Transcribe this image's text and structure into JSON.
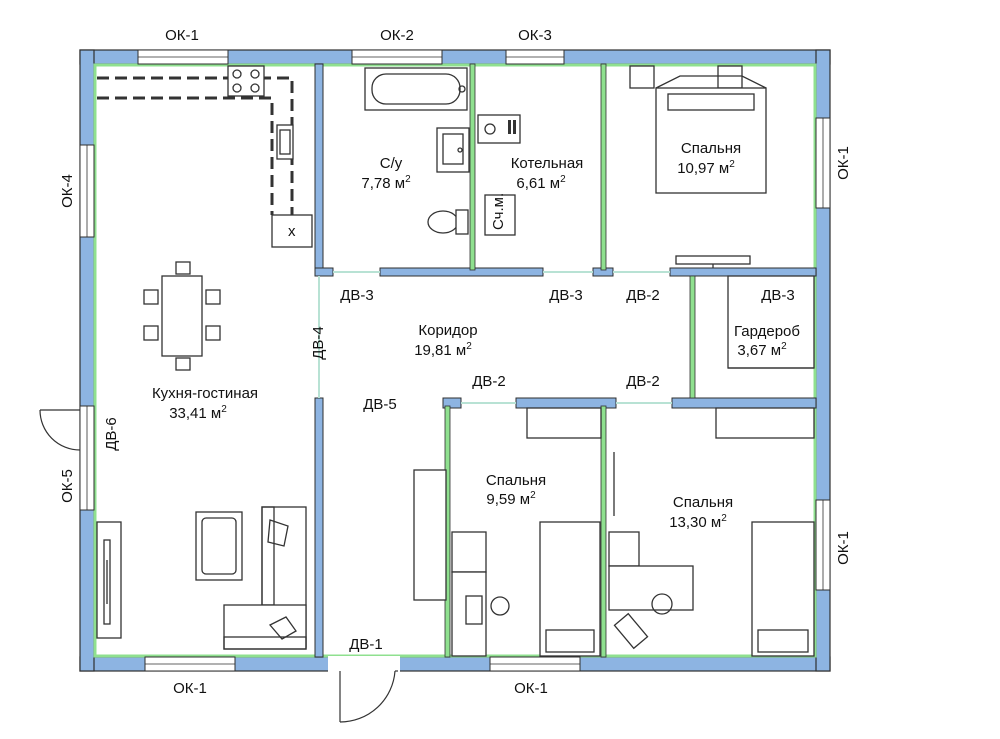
{
  "colors": {
    "outer_wall": "#8db4e2",
    "inner_wall": "#8db4e2",
    "wall_edge": "#2f2f2f",
    "partition": "#8fe08f",
    "window_fill": "#ffffff",
    "door_opening": "#dff2ec"
  },
  "rooms": [
    {
      "id": "kitchen",
      "name": "Кухня-гостиная",
      "area": "33,41 м",
      "sup": "2"
    },
    {
      "id": "bathroom",
      "name": "С/у",
      "area": "7,78 м",
      "sup": "2"
    },
    {
      "id": "boiler",
      "name": "Котельная",
      "area": "6,61 м",
      "sup": "2"
    },
    {
      "id": "bedroom1",
      "name": "Спальня",
      "area": "10,97 м",
      "sup": "2"
    },
    {
      "id": "corridor",
      "name": "Коридор",
      "area": "19,81 м",
      "sup": "2"
    },
    {
      "id": "wardrobe",
      "name": "Гардероб",
      "area": "3,67 м",
      "sup": "2"
    },
    {
      "id": "bedroom2",
      "name": "Спальня",
      "area": "9,59 м",
      "sup": "2"
    },
    {
      "id": "bedroom3",
      "name": "Спальня",
      "area": "13,30 м",
      "sup": "2"
    }
  ],
  "windows": {
    "ok1_top": "ОК-1",
    "ok2_top": "ОК-2",
    "ok3_top": "ОК-3",
    "ok4_left": "ОК-4",
    "ok5_left": "ОК-5",
    "ok1_right_top": "ОК-1",
    "ok1_right_bottom": "ОК-1",
    "ok1_bottom_left": "ОК-1",
    "ok1_bottom_right": "ОК-1"
  },
  "doors": {
    "dv3_bath": "ДВ-3",
    "dv3_boiler": "ДВ-3",
    "dv2_bed1": "ДВ-2",
    "dv3_wardrobe": "ДВ-3",
    "dv4_kitchen": "ДВ-4",
    "dv5": "ДВ-5",
    "dv2_bed2": "ДВ-2",
    "dv2_bed3": "ДВ-2",
    "dv1_entry": "ДВ-1",
    "dv6_side": "ДВ-6"
  },
  "fixtures": {
    "stove_mark": "x",
    "meter_label": "Сч.м."
  }
}
